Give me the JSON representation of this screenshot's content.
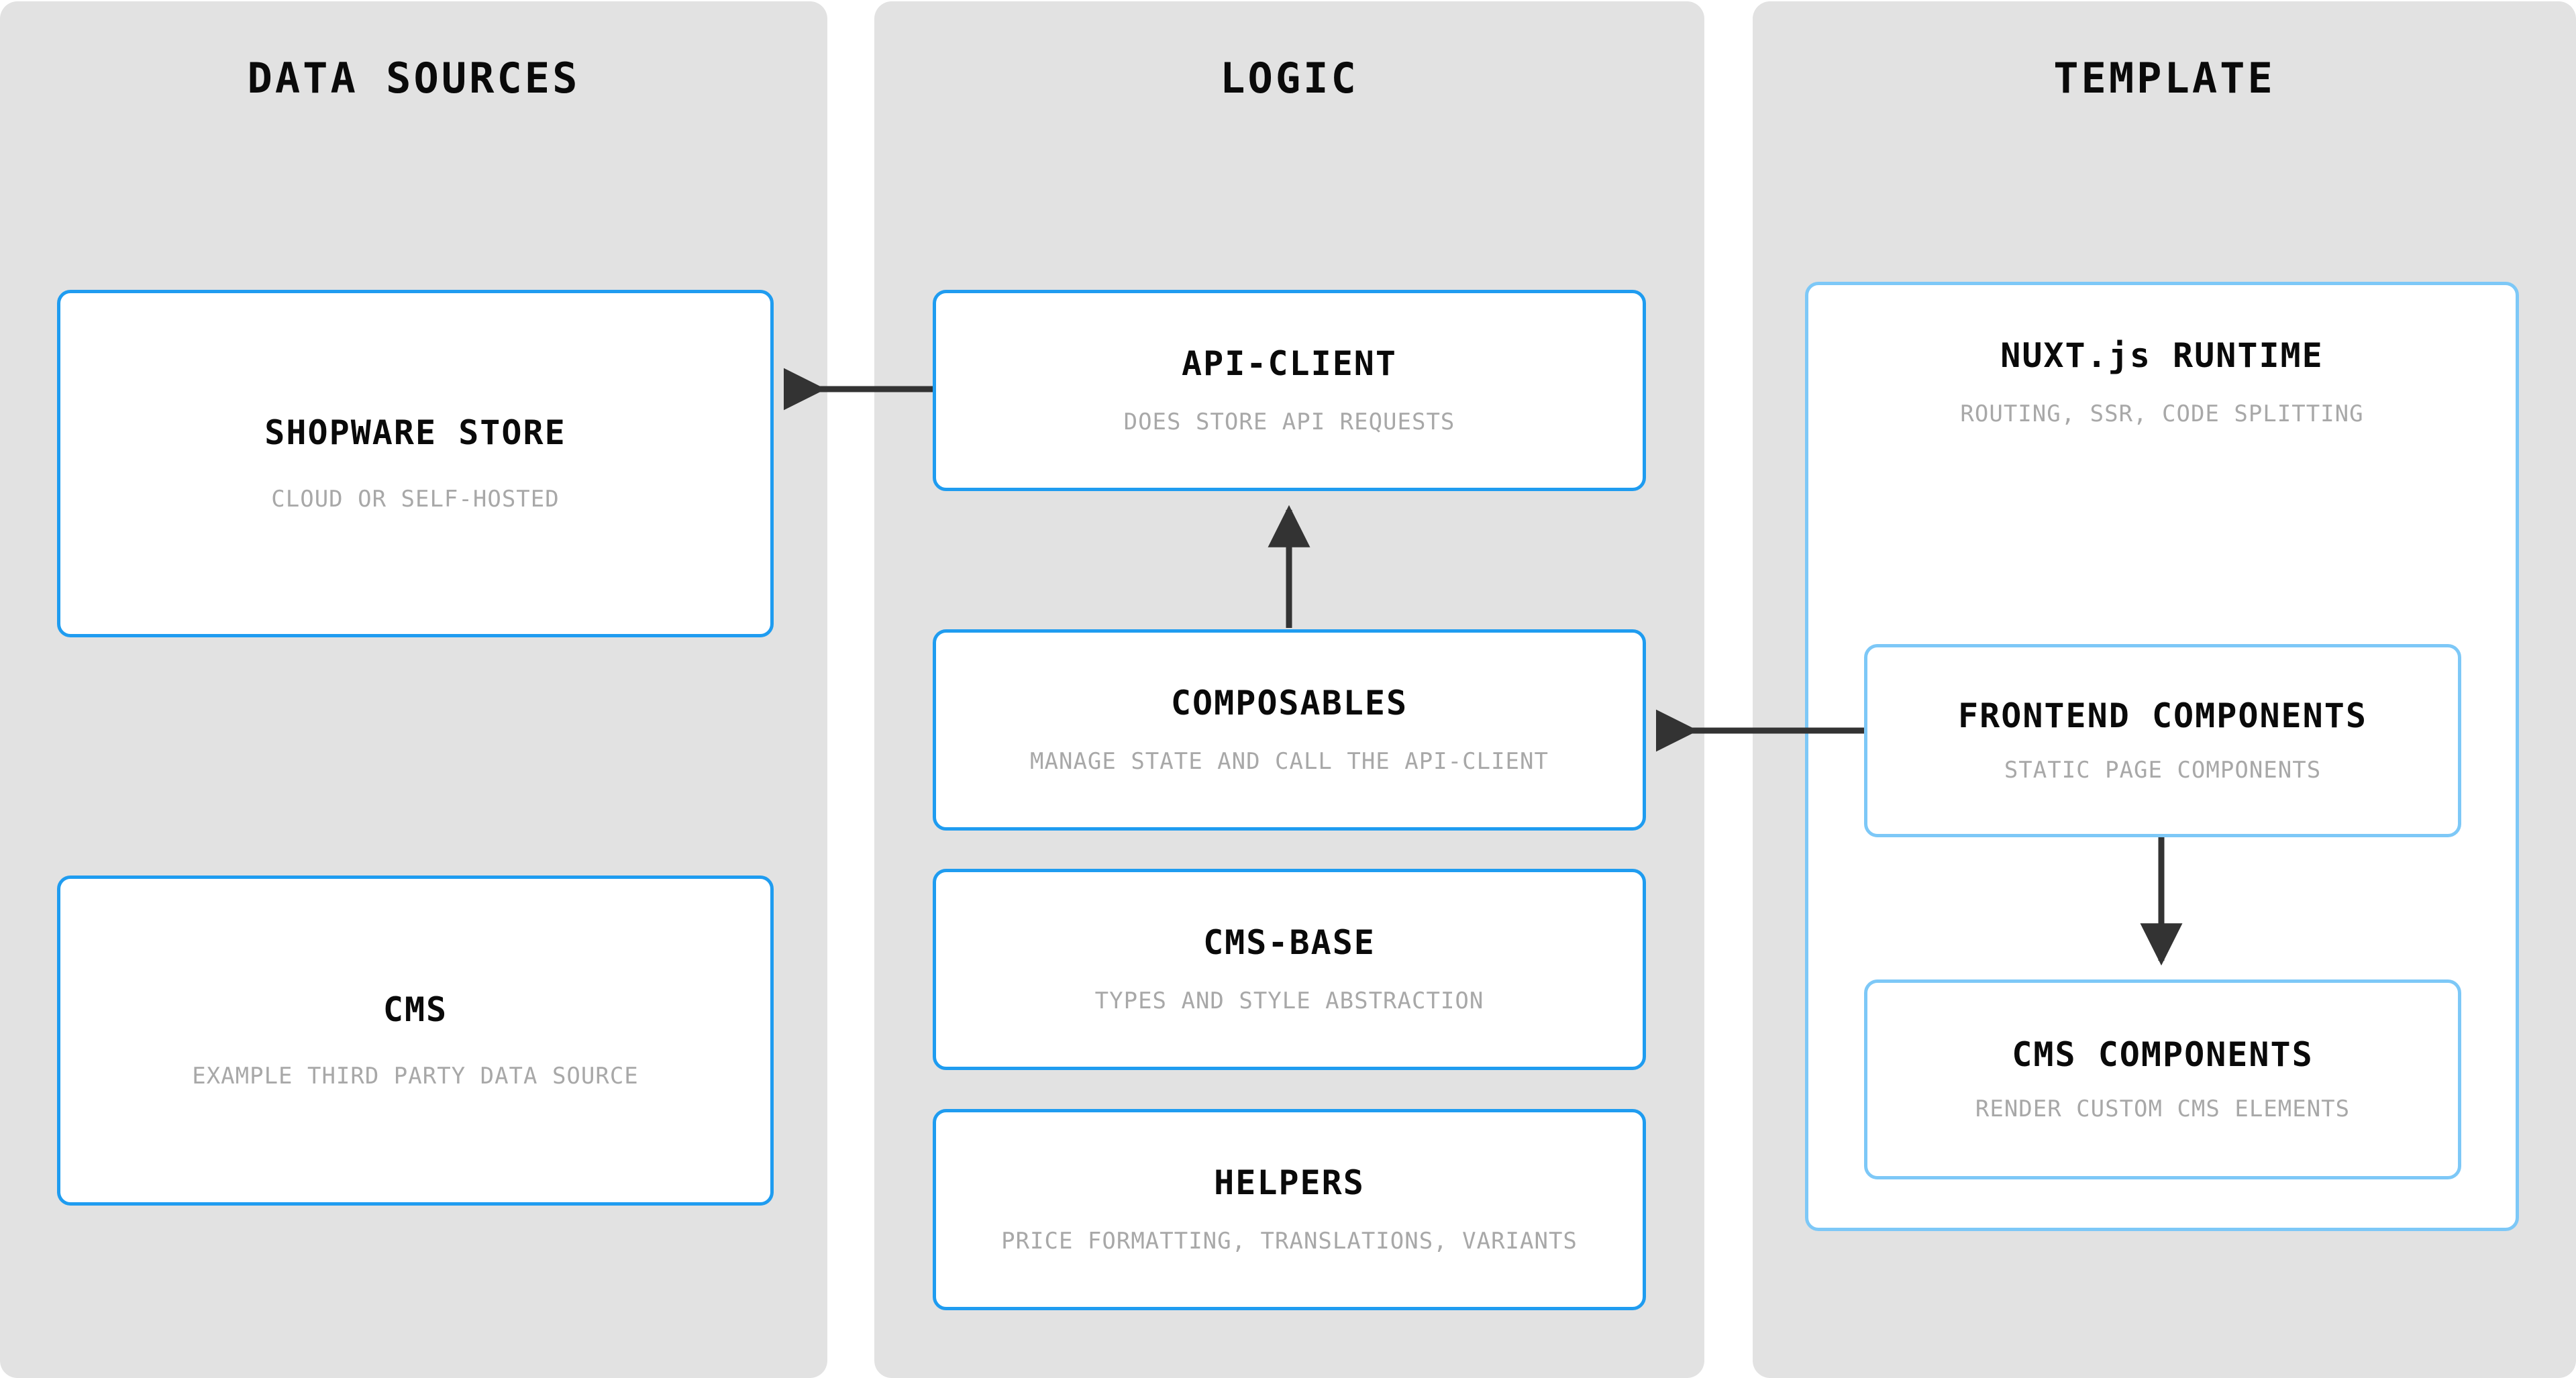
{
  "diagram": {
    "type": "architecture-flow",
    "background": "#ffffff",
    "panel_background": "#e2e2e2",
    "accent_color": "#1f9cf0",
    "accent_color_inner": "#7dc8f7",
    "arrow_color": "#333333",
    "title_color": "#0a0a0a",
    "subtitle_color": "#a8a8a8"
  },
  "columns": [
    {
      "id": "data-sources",
      "title": "DATA SOURCES"
    },
    {
      "id": "logic",
      "title": "LOGIC"
    },
    {
      "id": "template",
      "title": "TEMPLATE"
    }
  ],
  "nodes": {
    "shopware_store": {
      "title": "SHOPWARE STORE",
      "subtitle": "CLOUD OR SELF-HOSTED"
    },
    "cms": {
      "title": "CMS",
      "subtitle": "EXAMPLE THIRD PARTY DATA SOURCE"
    },
    "api_client": {
      "title": "API-CLIENT",
      "subtitle": "DOES STORE API REQUESTS"
    },
    "composables": {
      "title": "COMPOSABLES",
      "subtitle": "MANAGE STATE AND CALL THE API-CLIENT"
    },
    "cms_base": {
      "title": "CMS-BASE",
      "subtitle": "TYPES AND STYLE ABSTRACTION"
    },
    "helpers": {
      "title": "HELPERS",
      "subtitle": "PRICE FORMATTING, TRANSLATIONS, VARIANTS"
    },
    "nuxt_runtime": {
      "title": "NUXT.js RUNTIME",
      "subtitle": "ROUTING, SSR, CODE SPLITTING"
    },
    "frontend_components": {
      "title": "FRONTEND COMPONENTS",
      "subtitle": "STATIC PAGE COMPONENTS"
    },
    "cms_components": {
      "title": "CMS COMPONENTS",
      "subtitle": "RENDER CUSTOM CMS ELEMENTS"
    }
  },
  "edges": [
    {
      "id": "api-client-to-shopware-store",
      "from": "api_client",
      "to": "shopware_store",
      "direction": "left"
    },
    {
      "id": "composables-to-api-client",
      "from": "composables",
      "to": "api_client",
      "direction": "up"
    },
    {
      "id": "frontend-components-to-composables",
      "from": "frontend_components",
      "to": "composables",
      "direction": "left"
    },
    {
      "id": "frontend-components-to-cms-components",
      "from": "frontend_components",
      "to": "cms_components",
      "direction": "down"
    }
  ]
}
